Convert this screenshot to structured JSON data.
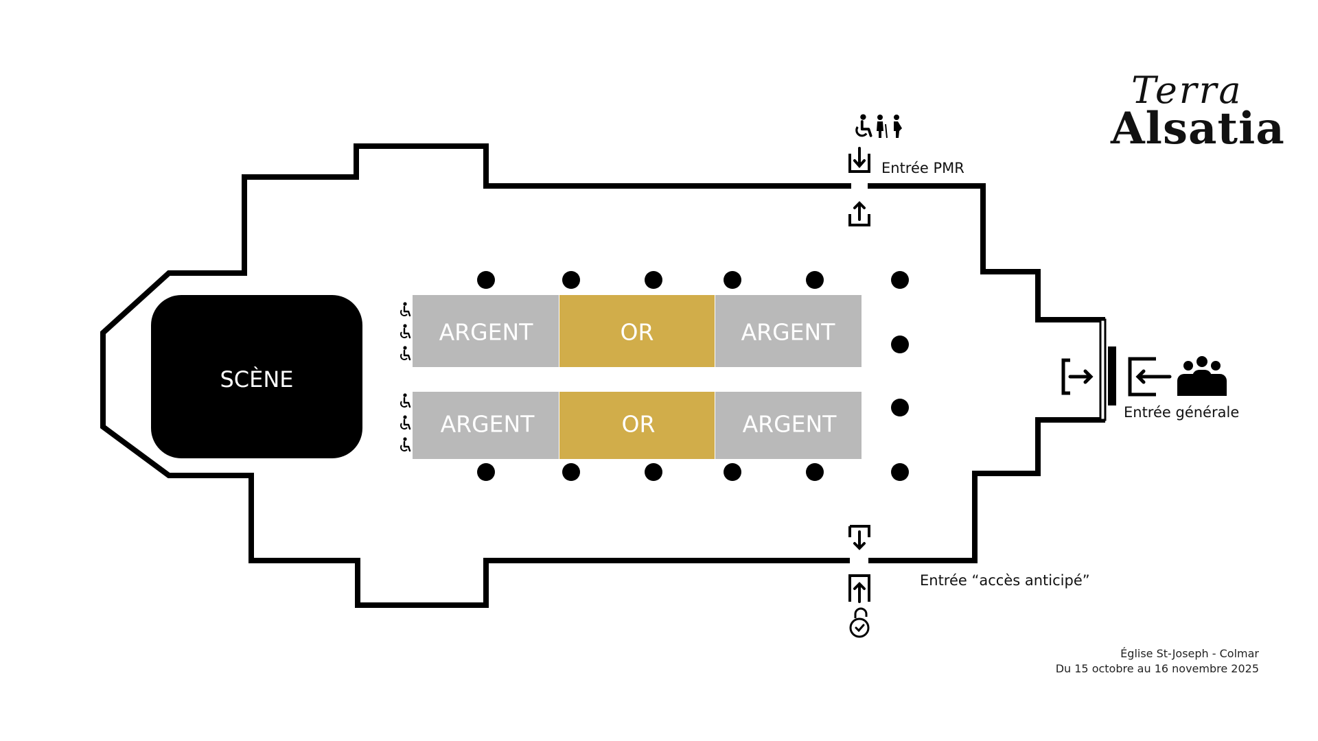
{
  "brand": {
    "logo_line1": "Terra",
    "logo_line2": "Alsatia"
  },
  "stage": {
    "label": "SCÈNE"
  },
  "seating": {
    "rows": [
      {
        "zones": [
          "ARGENT",
          "OR",
          "ARGENT"
        ]
      },
      {
        "zones": [
          "ARGENT",
          "OR",
          "ARGENT"
        ]
      }
    ],
    "colors": {
      "ARGENT": "#b9b9b9",
      "OR": "#d1ad4a"
    }
  },
  "entrances": {
    "pmr": {
      "label": "Entrée PMR",
      "icons": [
        "wheelchair-icon",
        "elderly-person-icon",
        "pregnant-person-icon",
        "entry-arrow-icon",
        "exit-arrow-icon"
      ]
    },
    "general": {
      "label": "Entrée générale",
      "icons": [
        "exit-arrow-icon",
        "entry-arrow-icon",
        "group-people-icon"
      ]
    },
    "early": {
      "label": "Entrée “accès anticipé”",
      "icons": [
        "exit-arrow-icon",
        "entry-arrow-icon",
        "unlock-check-icon"
      ]
    }
  },
  "accessibility": {
    "icon": "wheelchair-icon"
  },
  "venue": {
    "name": "Église St-Joseph - Colmar",
    "dates": "Du 15 octobre au 16 novembre 2025"
  }
}
